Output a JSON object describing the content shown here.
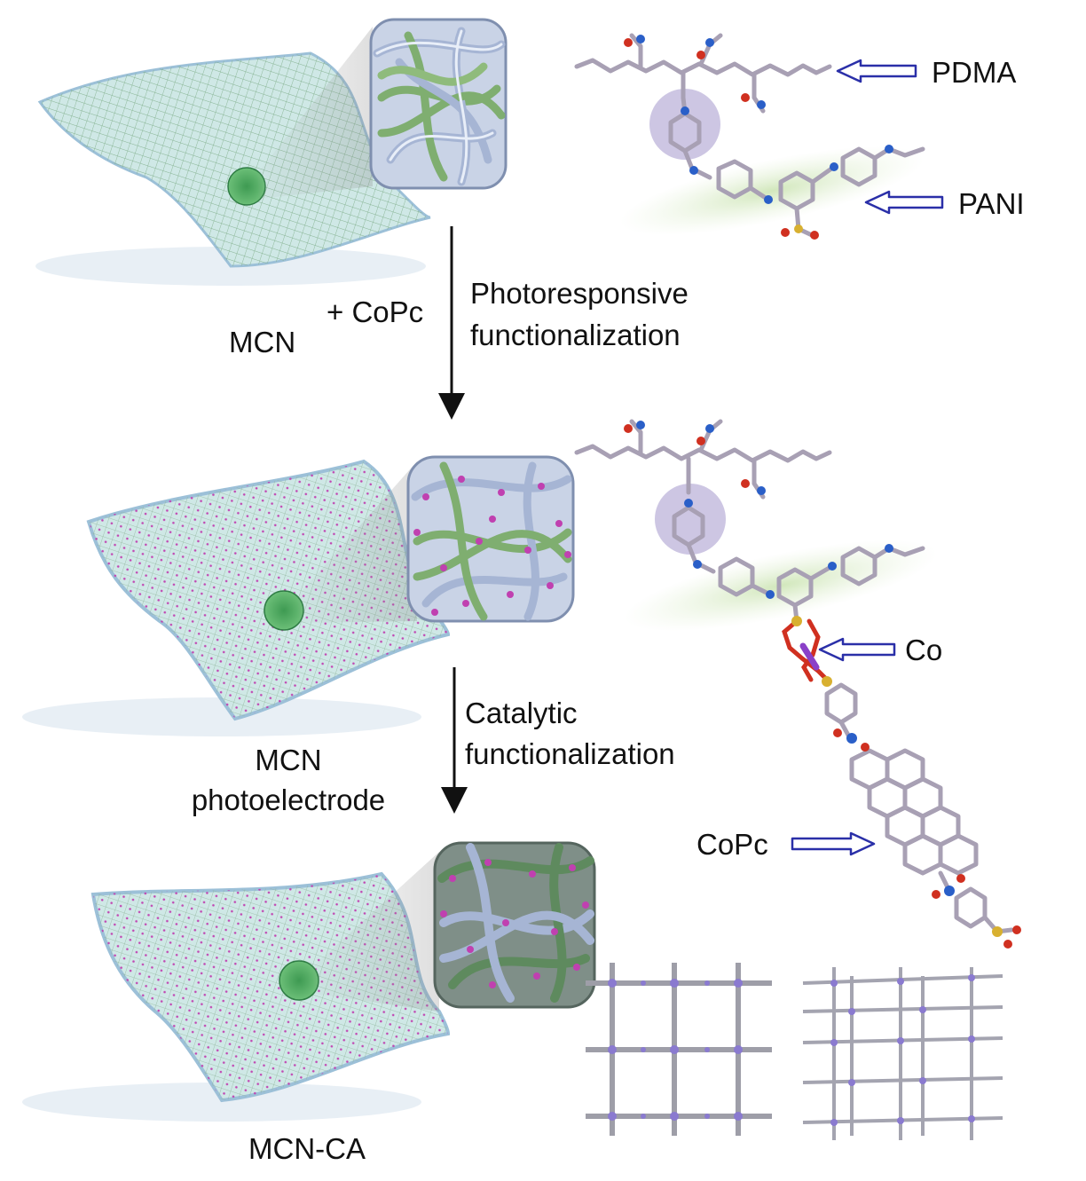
{
  "labels": {
    "mcn": "MCN",
    "plus_copc": "+ CoPc",
    "step1_line1": "Photoresponsive",
    "step1_line2": "functionalization",
    "mcn_photoelectrode_line1": "MCN",
    "mcn_photoelectrode_line2": "photoelectrode",
    "step2_line1": "Catalytic",
    "step2_line2": "functionalization",
    "mcn_ca": "MCN-CA"
  },
  "molecule_labels": {
    "pdma": "PDMA",
    "pani": "PANI",
    "co": "Co",
    "copc": "CoPc"
  },
  "colors": {
    "sheet_fill": "#cfe8e6",
    "sheet_edge": "#9cc0d8",
    "mesh_green": "#7fae8a",
    "catalyst_magenta": "#c040b0",
    "bond_gray": "#a8a0b4",
    "nitrogen_blue": "#2a5fc8",
    "oxygen_red": "#d03020",
    "sulfur_yellow": "#d8b030",
    "cobalt_purple": "#8a40c8",
    "arrow_outline": "#2a2fa8",
    "highlight_green": "#d8ebc8",
    "highlight_circle": "#c8c0e0"
  }
}
